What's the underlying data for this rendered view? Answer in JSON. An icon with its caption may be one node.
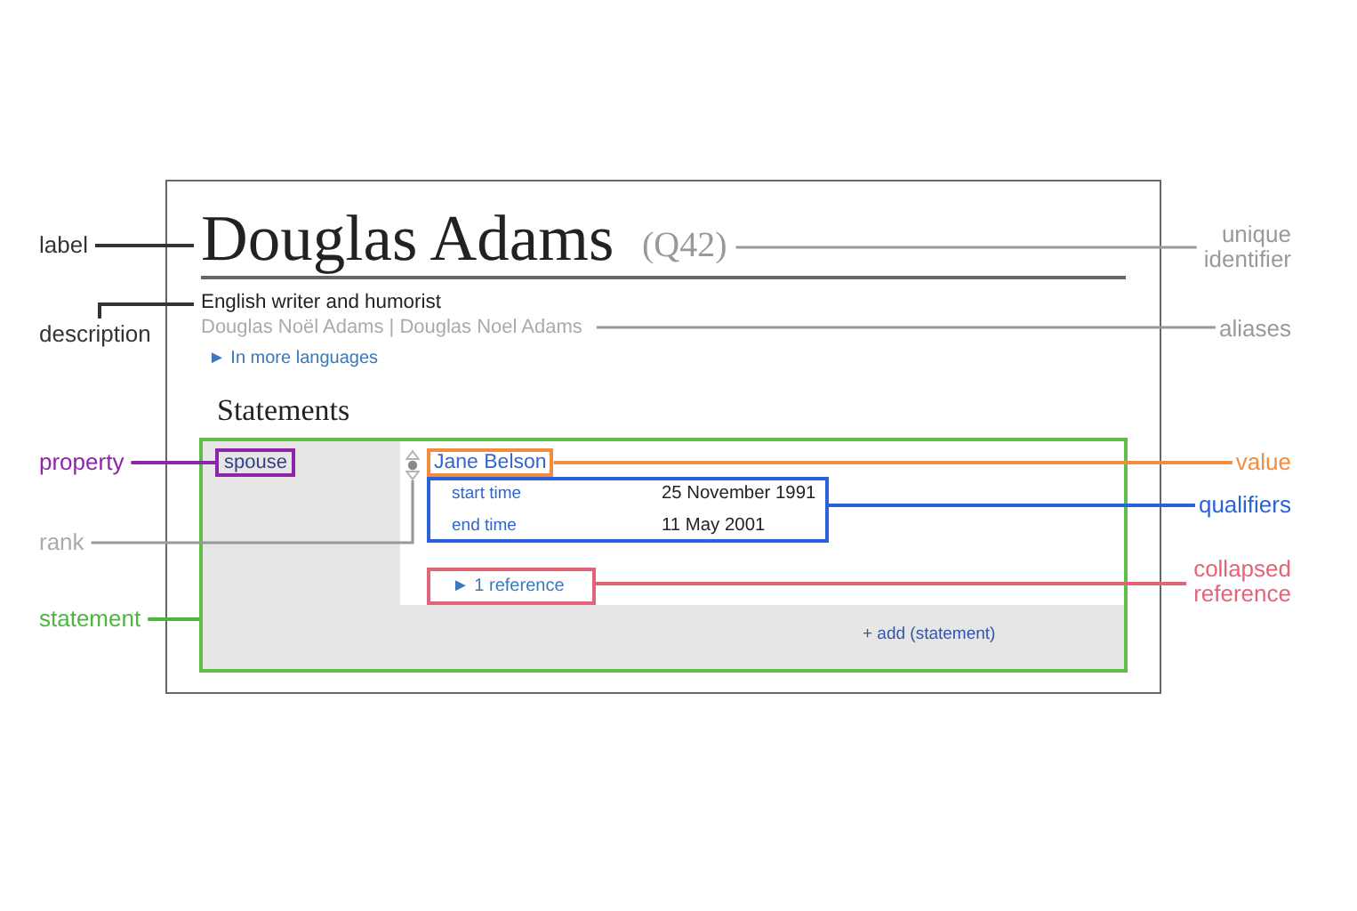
{
  "diagram": {
    "nodes": [
      {
        "text": [],
        "shape": "box"
      },
      {
        "text": [
          "label"
        ]
      },
      {
        "text": [
          "Douglas Adams"
        ],
        "in": 0
      },
      {
        "text": [
          "(Q42)"
        ],
        "in": 0
      },
      {
        "text": [
          "unique identifier"
        ]
      },
      {
        "text": [
          "English writer and humorist"
        ],
        "in": 0
      },
      {
        "text": [
          "description"
        ]
      },
      {
        "text": [
          "Douglas Noël Adams | Douglas Noel Adams"
        ],
        "in": 0
      },
      {
        "text": [
          "aliases"
        ]
      },
      {
        "text": [
          "property"
        ]
      },
      {
        "text": [],
        "shape": "box",
        "in": 0
      },
      {
        "text": [
          "spouse"
        ],
        "in": 10
      },
      {
        "text": [],
        "shape": "picture",
        "in": 10
      },
      {
        "text": [
          "Jane Belson"
        ],
        "in": 10
      },
      {
        "text": [
          "value"
        ]
      },
      {
        "text": [
          "start time",
          "25 November 1991",
          "end time",
          "11 May 2001"
        ],
        "in": 10
      },
      {
        "text": [
          "qualifiers"
        ]
      },
      {
        "text": [
          "rank"
        ]
      },
      {
        "text": [
          "► 1 reference"
        ],
        "in": 10
      },
      {
        "text": [
          "collapsed reference"
        ]
      },
      {
        "text": [
          "statement"
        ]
      }
    ],
    "edges": [
      {
        "from": 1,
        "to": 2,
        "arrow": "none",
        "color": "#333333"
      },
      {
        "from": 4,
        "to": 3,
        "arrow": "none"
      },
      {
        "from": 6,
        "to": 5,
        "arrow": "none",
        "color": "#333333"
      },
      {
        "from": 8,
        "to": 7,
        "arrow": "none"
      },
      {
        "from": 9,
        "to": 11,
        "arrow": "none",
        "color": "#8e24aa"
      },
      {
        "from": 17,
        "to": 12,
        "arrow": "none"
      },
      {
        "from": 20,
        "to": 10,
        "arrow": "none",
        "color": "#4cb63f"
      },
      {
        "from": 14,
        "to": 13,
        "arrow": "none",
        "color": "#f28c3f"
      },
      {
        "from": 16,
        "to": 15,
        "arrow": "none",
        "color": "#2962d9"
      },
      {
        "from": 19,
        "to": 18,
        "arrow": "none",
        "color": "#e2637a"
      }
    ],
    "labels": [
      "► In more languages",
      "Statements",
      "+ add (statement)"
    ]
  }
}
